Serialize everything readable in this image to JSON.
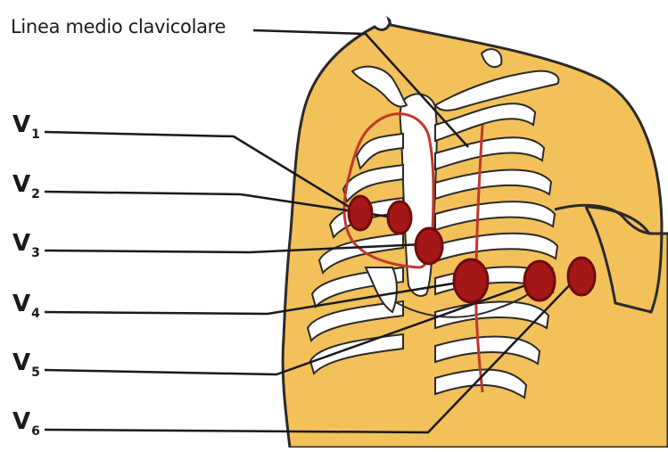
{
  "title_label": "Linea medio clavicolare",
  "leads": [
    {
      "letter": "V",
      "number": "1"
    },
    {
      "letter": "V",
      "number": "2"
    },
    {
      "letter": "V",
      "number": "3"
    },
    {
      "letter": "V",
      "number": "4"
    },
    {
      "letter": "V",
      "number": "5"
    },
    {
      "letter": "V",
      "number": "6"
    }
  ],
  "colors": {
    "skin": "#f3c15a",
    "outline": "#2a2a2a",
    "ribs": "#ffffff",
    "electrode": "#a51616",
    "electrode_ring": "#6e0c0c",
    "heart_outline": "#c0392b"
  }
}
